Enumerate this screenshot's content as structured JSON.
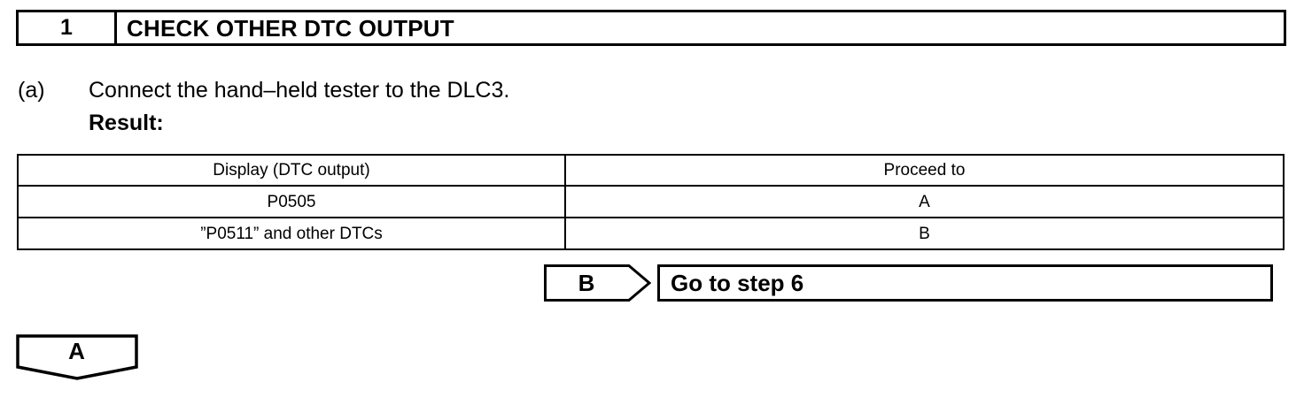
{
  "step_header": {
    "number": "1",
    "title": "CHECK OTHER DTC OUTPUT"
  },
  "procedure": {
    "label": "(a)",
    "text": "Connect the hand–held tester to the DLC3.",
    "result_label": "Result:"
  },
  "results_table": {
    "columns": [
      "Display (DTC output)",
      "Proceed to"
    ],
    "rows": [
      {
        "display": "P0505",
        "proceed": "A"
      },
      {
        "display": "”P0511” and other DTCs",
        "proceed": "B"
      }
    ]
  },
  "goto_connector": {
    "flag_letter": "B",
    "action": "Go to step 6"
  },
  "continue_connector": {
    "flag_letter": "A"
  },
  "colors": {
    "ink": "#000000",
    "page": "#ffffff"
  }
}
